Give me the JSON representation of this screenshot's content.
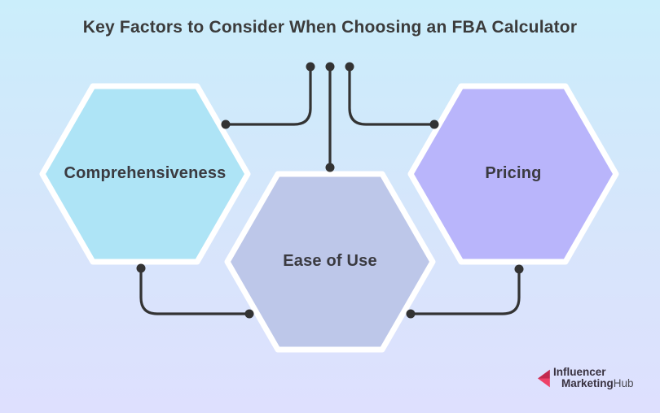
{
  "title": "Key Factors to Consider When Choosing an FBA Calculator",
  "hexagons": [
    {
      "label": "Comprehensiveness",
      "color": "#aee4f6"
    },
    {
      "label": "Ease of Use",
      "color": "#bdc7e9"
    },
    {
      "label": "Pricing",
      "color": "#b9b5fb"
    }
  ],
  "colors": {
    "background_top": "#cbeefb",
    "background_bottom": "#dee0fe",
    "hexagon_border": "#ffffff",
    "connector": "#333333",
    "text": "#3a3a40",
    "logo_arrow_dark": "#c2294e",
    "logo_arrow_light": "#ee4168"
  },
  "logo": {
    "line1": "Influencer",
    "line2_bold": "Marketing",
    "line2_light": "Hub"
  }
}
